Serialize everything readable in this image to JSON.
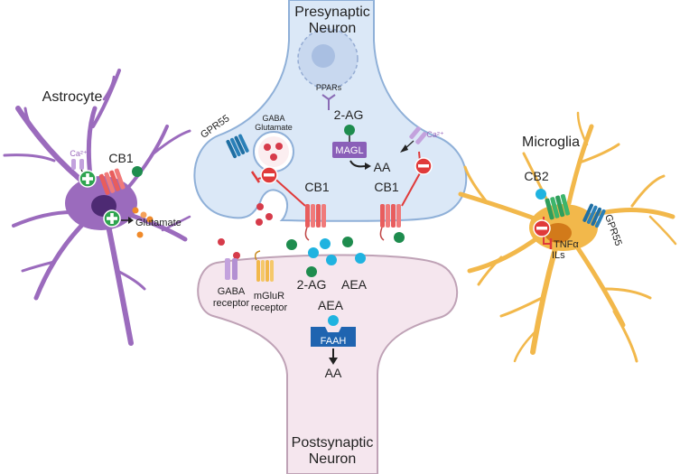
{
  "labels": {
    "presynaptic_line1": "Presynaptic",
    "presynaptic_line2": "Neuron",
    "postsynaptic_line1": "Postsynaptic",
    "postsynaptic_line2": "Neuron",
    "astrocyte": "Astrocyte",
    "microglia": "Microglia",
    "ppars": "PPARs",
    "gaba_glutamate_line1": "GABA",
    "gaba_glutamate_line2": "Glutamate",
    "two_ag_pre": "2-AG",
    "magl": "MAGL",
    "aa_pre": "AA",
    "gpr55_pre": "GPR55",
    "cb1_astro": "CB1",
    "ca_astro": "Ca²⁺",
    "ca_pre": "Ca²⁺",
    "glutamate_astro": "Glutamate",
    "cb1_pre_left": "CB1",
    "cb1_pre_right": "CB1",
    "cb2": "CB2",
    "gpr55_micro": "GPR55",
    "tnfa": "TNFα",
    "ils": "ILs",
    "gaba_receptor_line1": "GABA",
    "gaba_receptor_line2": "receptor",
    "mglur_line1": "mGluR",
    "mglur_line2": "receptor",
    "two_ag_cleft": "2-AG",
    "aea_cleft": "AEA",
    "aea_post": "AEA",
    "faah": "FAAH",
    "aa_post": "AA"
  },
  "colors": {
    "presynaptic_fill": "#dbe8f7",
    "presynaptic_stroke": "#8fb0d8",
    "postsynaptic_fill": "#f5e6ee",
    "postsynaptic_stroke": "#bfa2b6",
    "astrocyte": "#9b6bbd",
    "microglia": "#f2b84b",
    "cb1_receptor": "#e85d5d",
    "cb2_receptor": "#2f9e5b",
    "gpr55_receptor": "#1f6fa3",
    "magl_box": "#8a5fb8",
    "faah_box": "#1f64b0",
    "inhibition": "#e03a3a",
    "activation": "#2ea44f",
    "two_ag_molecule": "#1e8c4e",
    "aea_molecule": "#1fb3e0",
    "gaba_molecule": "#d63b4a",
    "glutamate_molecule": "#f08a2a"
  },
  "icons": {
    "inhibit": "minus-circle-icon",
    "activate": "plus-circle-icon",
    "receptor": "seven-transmembrane-receptor-icon",
    "arrow": "arrow-icon"
  }
}
